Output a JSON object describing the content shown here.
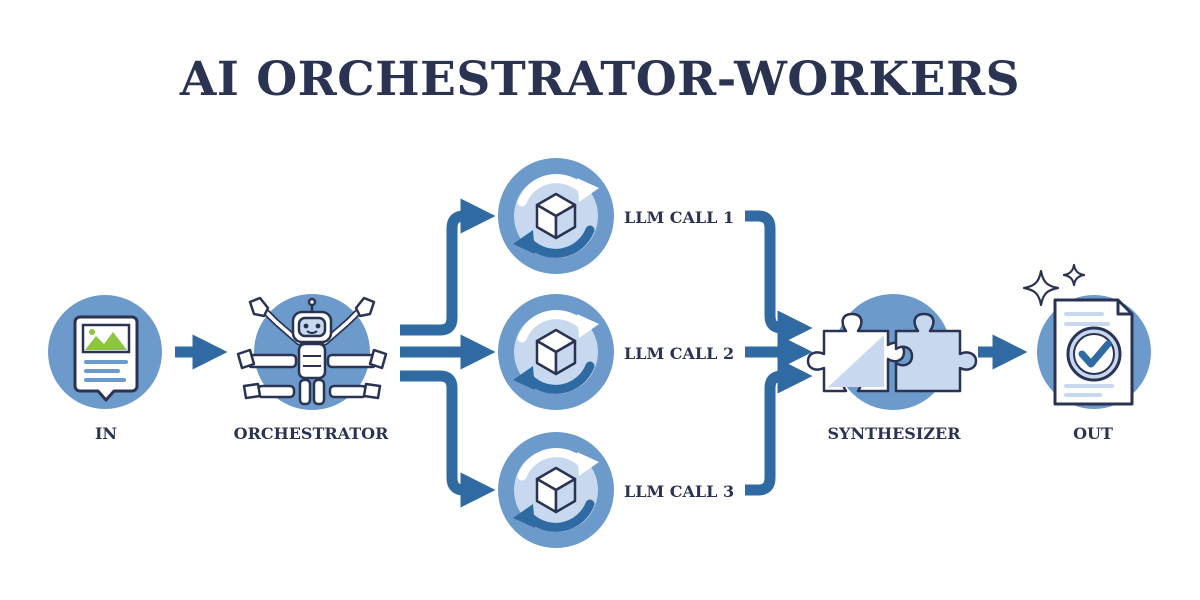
{
  "title": "AI ORCHESTRATOR-WORKERS",
  "nodes": {
    "input": {
      "label": "IN"
    },
    "orchestrator": {
      "label": "ORCHESTRATOR"
    },
    "workers": [
      {
        "label": "LLM CALL 1"
      },
      {
        "label": "LLM CALL 2"
      },
      {
        "label": "LLM CALL 3"
      }
    ],
    "synthesizer": {
      "label": "SYNTHESIZER"
    },
    "output": {
      "label": "OUT"
    }
  },
  "colors": {
    "navy": "#2b3352",
    "blue": "#2f6aa3",
    "circle": "#6b9acb",
    "light": "#c8d9ef",
    "green": "#8cc63f"
  }
}
